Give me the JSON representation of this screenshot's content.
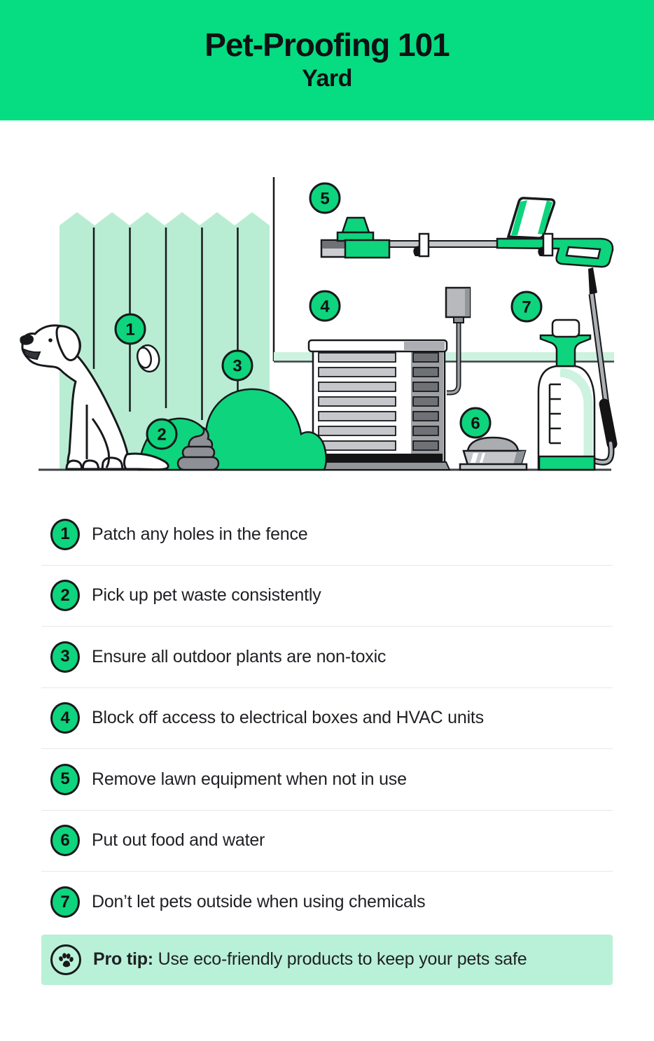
{
  "header": {
    "title": "Pet-Proofing 101",
    "subtitle": "Yard"
  },
  "list": {
    "items": [
      {
        "number": "1",
        "text": "Patch any holes in the fence"
      },
      {
        "number": "2",
        "text": "Pick up pet waste consistently"
      },
      {
        "number": "3",
        "text": "Ensure all outdoor plants are non-toxic"
      },
      {
        "number": "4",
        "text": "Block off access to electrical boxes and HVAC units"
      },
      {
        "number": "5",
        "text": "Remove lawn equipment when not in use"
      },
      {
        "number": "6",
        "text": "Put out food and water"
      },
      {
        "number": "7",
        "text": "Don’t let pets outside when using chemicals"
      }
    ]
  },
  "pro_tip": {
    "label": "Pro tip:",
    "text": " Use eco-friendly products to keep your pets safe"
  },
  "illustration": {
    "markers": [
      "1",
      "2",
      "3",
      "4",
      "5",
      "6",
      "7"
    ],
    "scene_items": [
      "dog",
      "fence-with-hole",
      "pet-waste",
      "bushes",
      "hvac-unit",
      "electrical-box",
      "string-trimmer",
      "food-bowl",
      "pump-sprayer"
    ]
  },
  "colors": {
    "header_green": "#06DC82",
    "accent_green": "#0ED47D",
    "fence_mint": "#B9EDD3",
    "stripe_mint": "#CDF2E0",
    "protip_mint": "#B9F1D8",
    "outline": "#17191C",
    "text": "#1F2024"
  }
}
